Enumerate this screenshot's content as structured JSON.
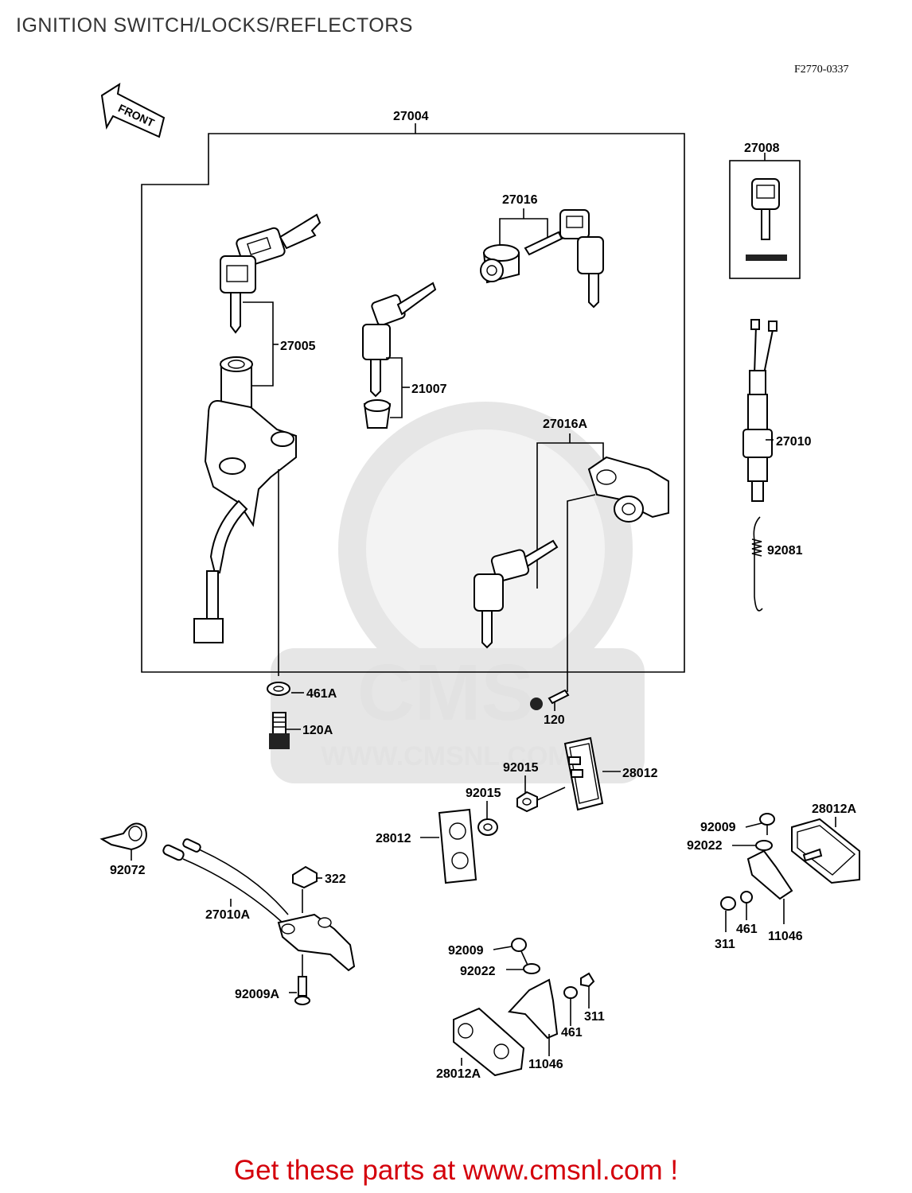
{
  "header": {
    "title": "IGNITION SWITCH/LOCKS/REFLECTORS",
    "figure_code": "F2770-0337"
  },
  "front_arrow": {
    "label": "FRONT"
  },
  "watermark": {
    "logo_text": "CMS",
    "url_text": "WWW.CMSNL.COM"
  },
  "labels": {
    "p27004": "27004",
    "p27008": "27008",
    "p27016": "27016",
    "p27005": "27005",
    "p21007": "21007",
    "p27016A": "27016A",
    "p27010": "27010",
    "p92081": "92081",
    "p461A": "461A",
    "p120A": "120A",
    "p120": "120",
    "p92015a": "92015",
    "p28012a": "28012",
    "p92015b": "92015",
    "p28012b": "28012",
    "p28012A_r": "28012A",
    "p92009_r": "92009",
    "p92022_r": "92022",
    "p92072": "92072",
    "p322": "322",
    "p27010A": "27010A",
    "p311_r": "311",
    "p461_r": "461",
    "p11046_r": "11046",
    "p92009_b": "92009",
    "p92022_b": "92022",
    "p92009A": "92009A",
    "p311_b": "311",
    "p461_b": "461",
    "p11046_b": "11046",
    "p28012A_b": "28012A"
  },
  "footer": {
    "text": "Get these parts at www.cmsnl.com !"
  }
}
